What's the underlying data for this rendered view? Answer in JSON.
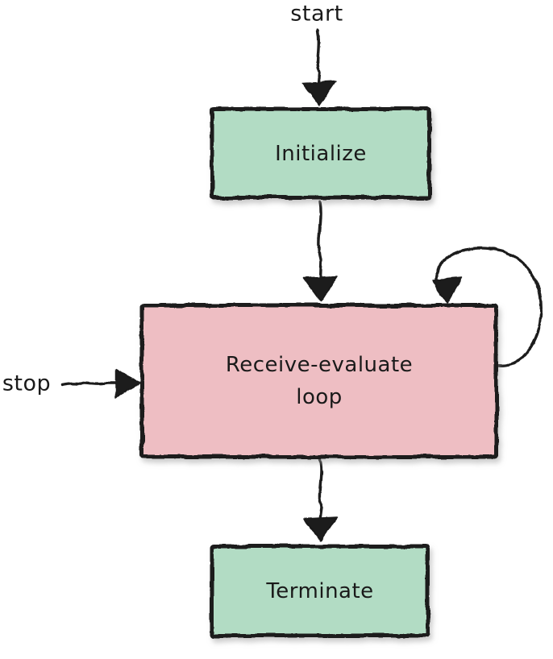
{
  "colors": {
    "background": "#ffffff",
    "node_green": "#b2dcc4",
    "node_pink": "#eebec3",
    "ink": "#1a1a1a",
    "shadow": "#9a9a9a"
  },
  "diagram": {
    "type": "flowchart",
    "annotations": {
      "start": {
        "label": "start"
      },
      "stop": {
        "label": "stop"
      }
    },
    "nodes": [
      {
        "id": "initialize",
        "label": "Initialize",
        "fill": "green"
      },
      {
        "id": "receive-evaluate-loop",
        "label": "Receive-evaluate loop",
        "label_lines": [
          "Receive-evaluate",
          "loop"
        ],
        "fill": "pink"
      },
      {
        "id": "terminate",
        "label": "Terminate",
        "fill": "green"
      }
    ],
    "edges": [
      {
        "from": "start",
        "to": "Initialize"
      },
      {
        "from": "Initialize",
        "to": "Receive-evaluate loop"
      },
      {
        "from": "Receive-evaluate loop",
        "to": "Receive-evaluate loop",
        "kind": "self-loop"
      },
      {
        "from": "stop",
        "to": "Receive-evaluate loop"
      },
      {
        "from": "Receive-evaluate loop",
        "to": "Terminate"
      }
    ]
  }
}
